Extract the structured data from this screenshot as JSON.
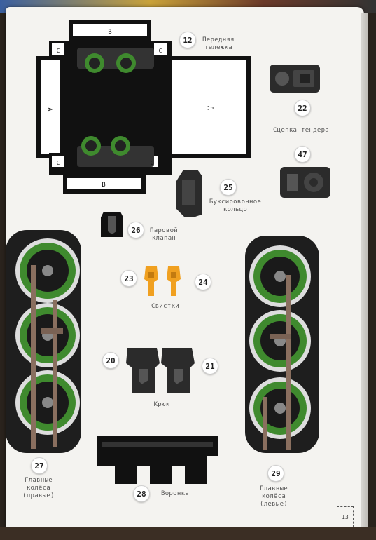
{
  "parts": [
    {
      "num": "12",
      "label": "Передняя\nтележка"
    },
    {
      "num": "22",
      "label": "Сцепка тендера"
    },
    {
      "num": "47",
      "label": ""
    },
    {
      "num": "25",
      "label": "Буксировочное\nкольцо"
    },
    {
      "num": "26",
      "label": "Паровой\nклапан"
    },
    {
      "num": "23",
      "label": ""
    },
    {
      "num": "24",
      "label": ""
    },
    {
      "num": "20",
      "label": ""
    },
    {
      "num": "21",
      "label": ""
    },
    {
      "num": "27",
      "label": "Главные\nколёса\n(правые)"
    },
    {
      "num": "28",
      "label": "Воронка"
    },
    {
      "num": "29",
      "label": "Главные\nколёса\n(левые)"
    }
  ],
  "labels": {
    "whistles": "Свистки",
    "hook": "Крюк"
  },
  "template_letters": {
    "a": "A",
    "b": "B",
    "c": "C",
    "d": "Д"
  },
  "page_number": "13",
  "colors": {
    "wheel_green": "#3f8a2e",
    "whistle_orange": "#f0a020",
    "part_dark": "#2b2b2b"
  }
}
